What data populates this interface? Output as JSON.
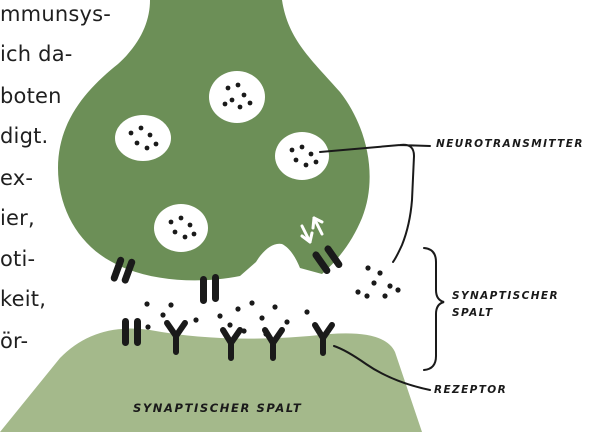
{
  "body_text": {
    "lines": [
      "mmunsys-",
      "ich da-",
      "boten",
      "digt.",
      "ex-",
      "ier,",
      "oti-",
      "keit,",
      "ör-"
    ]
  },
  "labels": {
    "neurotransmitter": "NEUROTRANSMITTER",
    "synaptic_cleft_side_line1": "SYNAPTISCHER",
    "synaptic_cleft_side_line2": "SPALT",
    "receptor": "REZEPTOR",
    "synaptic_cleft_bottom": "SYNAPTISCHER SPALT"
  },
  "colors": {
    "presynaptic_green": "#6c8f57",
    "postsynaptic_green": "#a4b98b",
    "vesicle_fill": "#ffffff",
    "ink": "#1a1a1a"
  }
}
